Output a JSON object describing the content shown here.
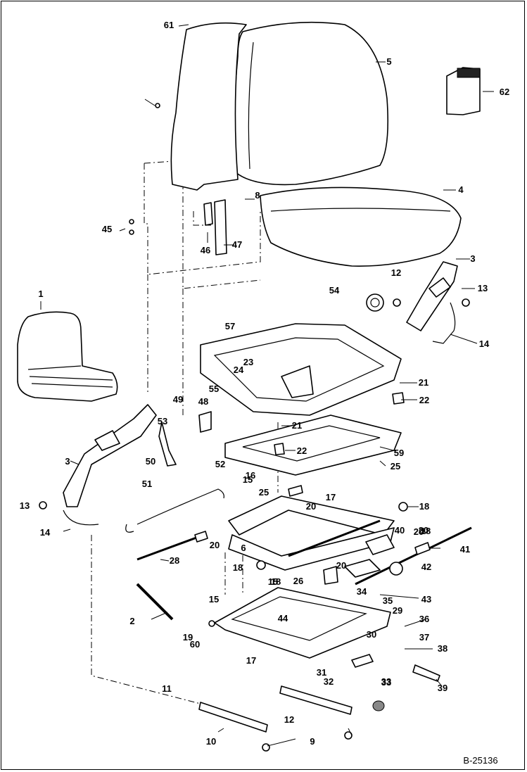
{
  "diagram": {
    "reference_code": "B-25136",
    "part_numbers": [
      "1",
      "2",
      "3",
      "3",
      "4",
      "5",
      "6",
      "8",
      "9",
      "10",
      "11",
      "12",
      "12",
      "13",
      "13",
      "14",
      "14",
      "15",
      "15",
      "15",
      "16",
      "17",
      "17",
      "18",
      "18",
      "18",
      "18",
      "19",
      "20",
      "20",
      "20",
      "20",
      "20",
      "21",
      "21",
      "22",
      "22",
      "23",
      "24",
      "25",
      "25",
      "26",
      "28",
      "29",
      "30",
      "31",
      "32",
      "33",
      "33",
      "34",
      "35",
      "36",
      "37",
      "38",
      "39",
      "40",
      "41",
      "42",
      "43",
      "44",
      "45",
      "46",
      "47",
      "48",
      "49",
      "50",
      "51",
      "52",
      "53",
      "54",
      "55",
      "57",
      "59",
      "60",
      "61",
      "62"
    ]
  }
}
